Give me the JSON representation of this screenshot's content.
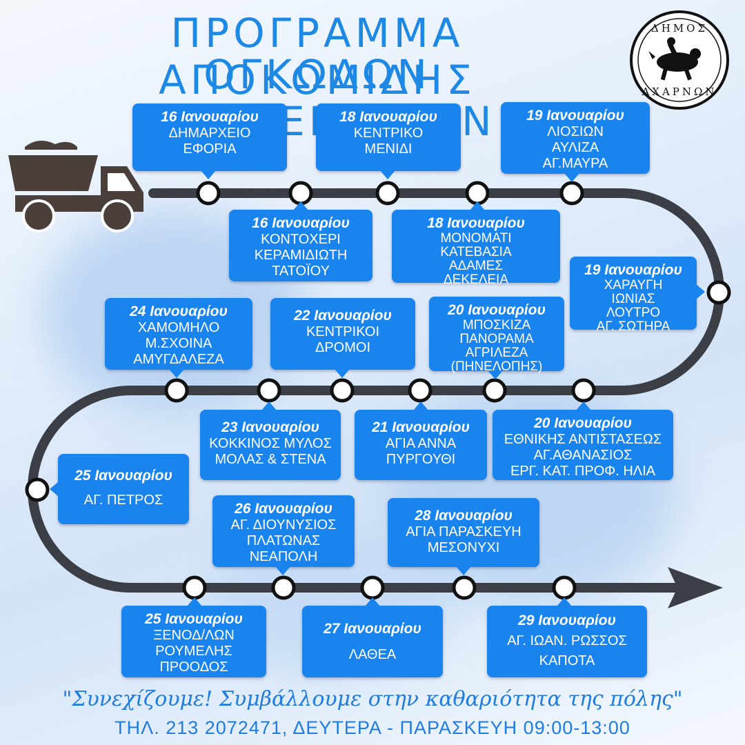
{
  "header": {
    "title_line1": "ΠΡΟΓΡΑΜΜΑ ΑΠΟΚΟΜΙΔΗΣ",
    "title_line2": "ΟΓΚΩΔΩΝ ΑΝΤΙΚΕΙΜΕΝΩΝ"
  },
  "logo": {
    "top_text": "ΔΗΜΟΣ",
    "bottom_text": "ΑΧΑΡΝΩΝ",
    "icon": "municipal-seal-icon"
  },
  "truck_icon": "dump-truck-icon",
  "colors": {
    "box_blue": "#1a84ee",
    "title_blue": "#1e88e5",
    "road": "#3b3f45",
    "truck": "#4a3f3b"
  },
  "schedule": [
    {
      "date": "16 Ιανουαρίου",
      "places": [
        "ΔΗΜΑΡΧΕΙΟ",
        "ΕΦΟΡΙΑ"
      ]
    },
    {
      "date": "18 Ιανουαρίου",
      "places": [
        "ΚΕΝΤΡΙΚΟ",
        "ΜΕΝΙΔΙ"
      ]
    },
    {
      "date": "19 Ιανουαρίου",
      "places": [
        "ΛΙΟΣΙΩΝ",
        "ΑΥΛΙΖΑ",
        "ΑΓ.ΜΑΥΡΑ"
      ]
    },
    {
      "date": "16 Ιανουαρίου",
      "places": [
        "ΚΟΝΤΟΧΕΡΙ",
        "ΚΕΡΑΜΙΔΙΩΤΗ",
        "ΤΑΤΟΪΟΥ"
      ]
    },
    {
      "date": "18 Ιανουαρίου",
      "places": [
        "ΜΟΝΟΜΑΤΙ",
        "ΚΑΤΕΒΑΣΙΑ",
        "ΑΔΑΜΕΣ",
        "ΔΕΚΕΛΕΙΑ"
      ]
    },
    {
      "date": "19 Ιανουαρίου",
      "places": [
        "ΧΑΡΑΥΓΗ",
        "ΙΩΝΙΑΣ",
        "ΛΟΥΤΡΟ",
        "ΑΓ. ΣΩΤΗΡΑ"
      ]
    },
    {
      "date": "24 Ιανουαρίου",
      "places": [
        "ΧΑΜΟΜΗΛΟ",
        "Μ.ΣΧΟΙΝΑ",
        "ΑΜΥΓΔΑΛΕΖΑ"
      ]
    },
    {
      "date": "22 Ιανουαρίου",
      "places": [
        "ΚΕΝΤΡΙΚΟΙ",
        "ΔΡΟΜΟΙ"
      ]
    },
    {
      "date": "20 Ιανουαρίου",
      "places": [
        "ΜΠΟΣΚΙΖΑ",
        "ΠΑΝΟΡΑΜΑ",
        "ΑΓΡΙΛΕΖΑ",
        "(ΠΗΝΕΛΟΠΗΣ)"
      ]
    },
    {
      "date": "23 Ιανουαρίου",
      "places": [
        "ΚΟΚΚΙΝΟΣ ΜΥΛΟΣ",
        "ΜΟΛΑΣ & ΣΤΕΝΑ"
      ]
    },
    {
      "date": "21 Ιανουαρίου",
      "places": [
        "ΑΓΙΑ ΑΝΝΑ",
        "ΠΥΡΓΟΥΘΙ"
      ]
    },
    {
      "date": "20 Ιανουαρίου",
      "places": [
        "ΕΘΝΙΚΗΣ ΑΝΤΙΣΤΑΣΕΩΣ",
        "ΑΓ.ΑΘΑΝΑΣΙΟΣ",
        "ΕΡΓ. ΚΑΤ. ΠΡΟΦ. ΗΛΙΑ"
      ]
    },
    {
      "date": "25 Ιανουαρίου",
      "places": [
        "ΑΓ. ΠΕΤΡΟΣ"
      ]
    },
    {
      "date": "26 Ιανουαρίου",
      "places": [
        "ΑΓ. ΔΙΟΥΝΥΣΙΟΣ",
        "ΠΛΑΤΩΝΑΣ",
        "ΝΕΑΠΟΛΗ"
      ]
    },
    {
      "date": "28 Ιανουαρίου",
      "places": [
        "ΑΓΙΑ ΠΑΡΑΣΚΕΥΗ",
        "ΜΕΣΟΝΥΧΙ"
      ]
    },
    {
      "date": "25 Ιανουαρίου",
      "places": [
        "ΞΕΝΟΔ/ΛΩΝ",
        "ΡΟΥΜΕΛΗΣ",
        "ΠΡΟΟΔΟΣ"
      ]
    },
    {
      "date": "27 Ιανουαρίου",
      "places": [
        "ΛΑΘΕΑ"
      ]
    },
    {
      "date": "29 Ιανουαρίου",
      "places": [
        "ΑΓ. ΙΩΑΝ. ΡΩΣΣΟΣ",
        "ΚΑΠΟΤΑ"
      ]
    }
  ],
  "footer": {
    "slogan": "\"Συνεχίζουμε! Συμβάλλουμε στην καθαριότητα της πόλης\"",
    "contact": "ΤΗΛ. 213 2072471, ΔΕΥΤΕΡΑ - ΠΑΡΑΣΚΕΥΗ  09:00-13:00"
  }
}
